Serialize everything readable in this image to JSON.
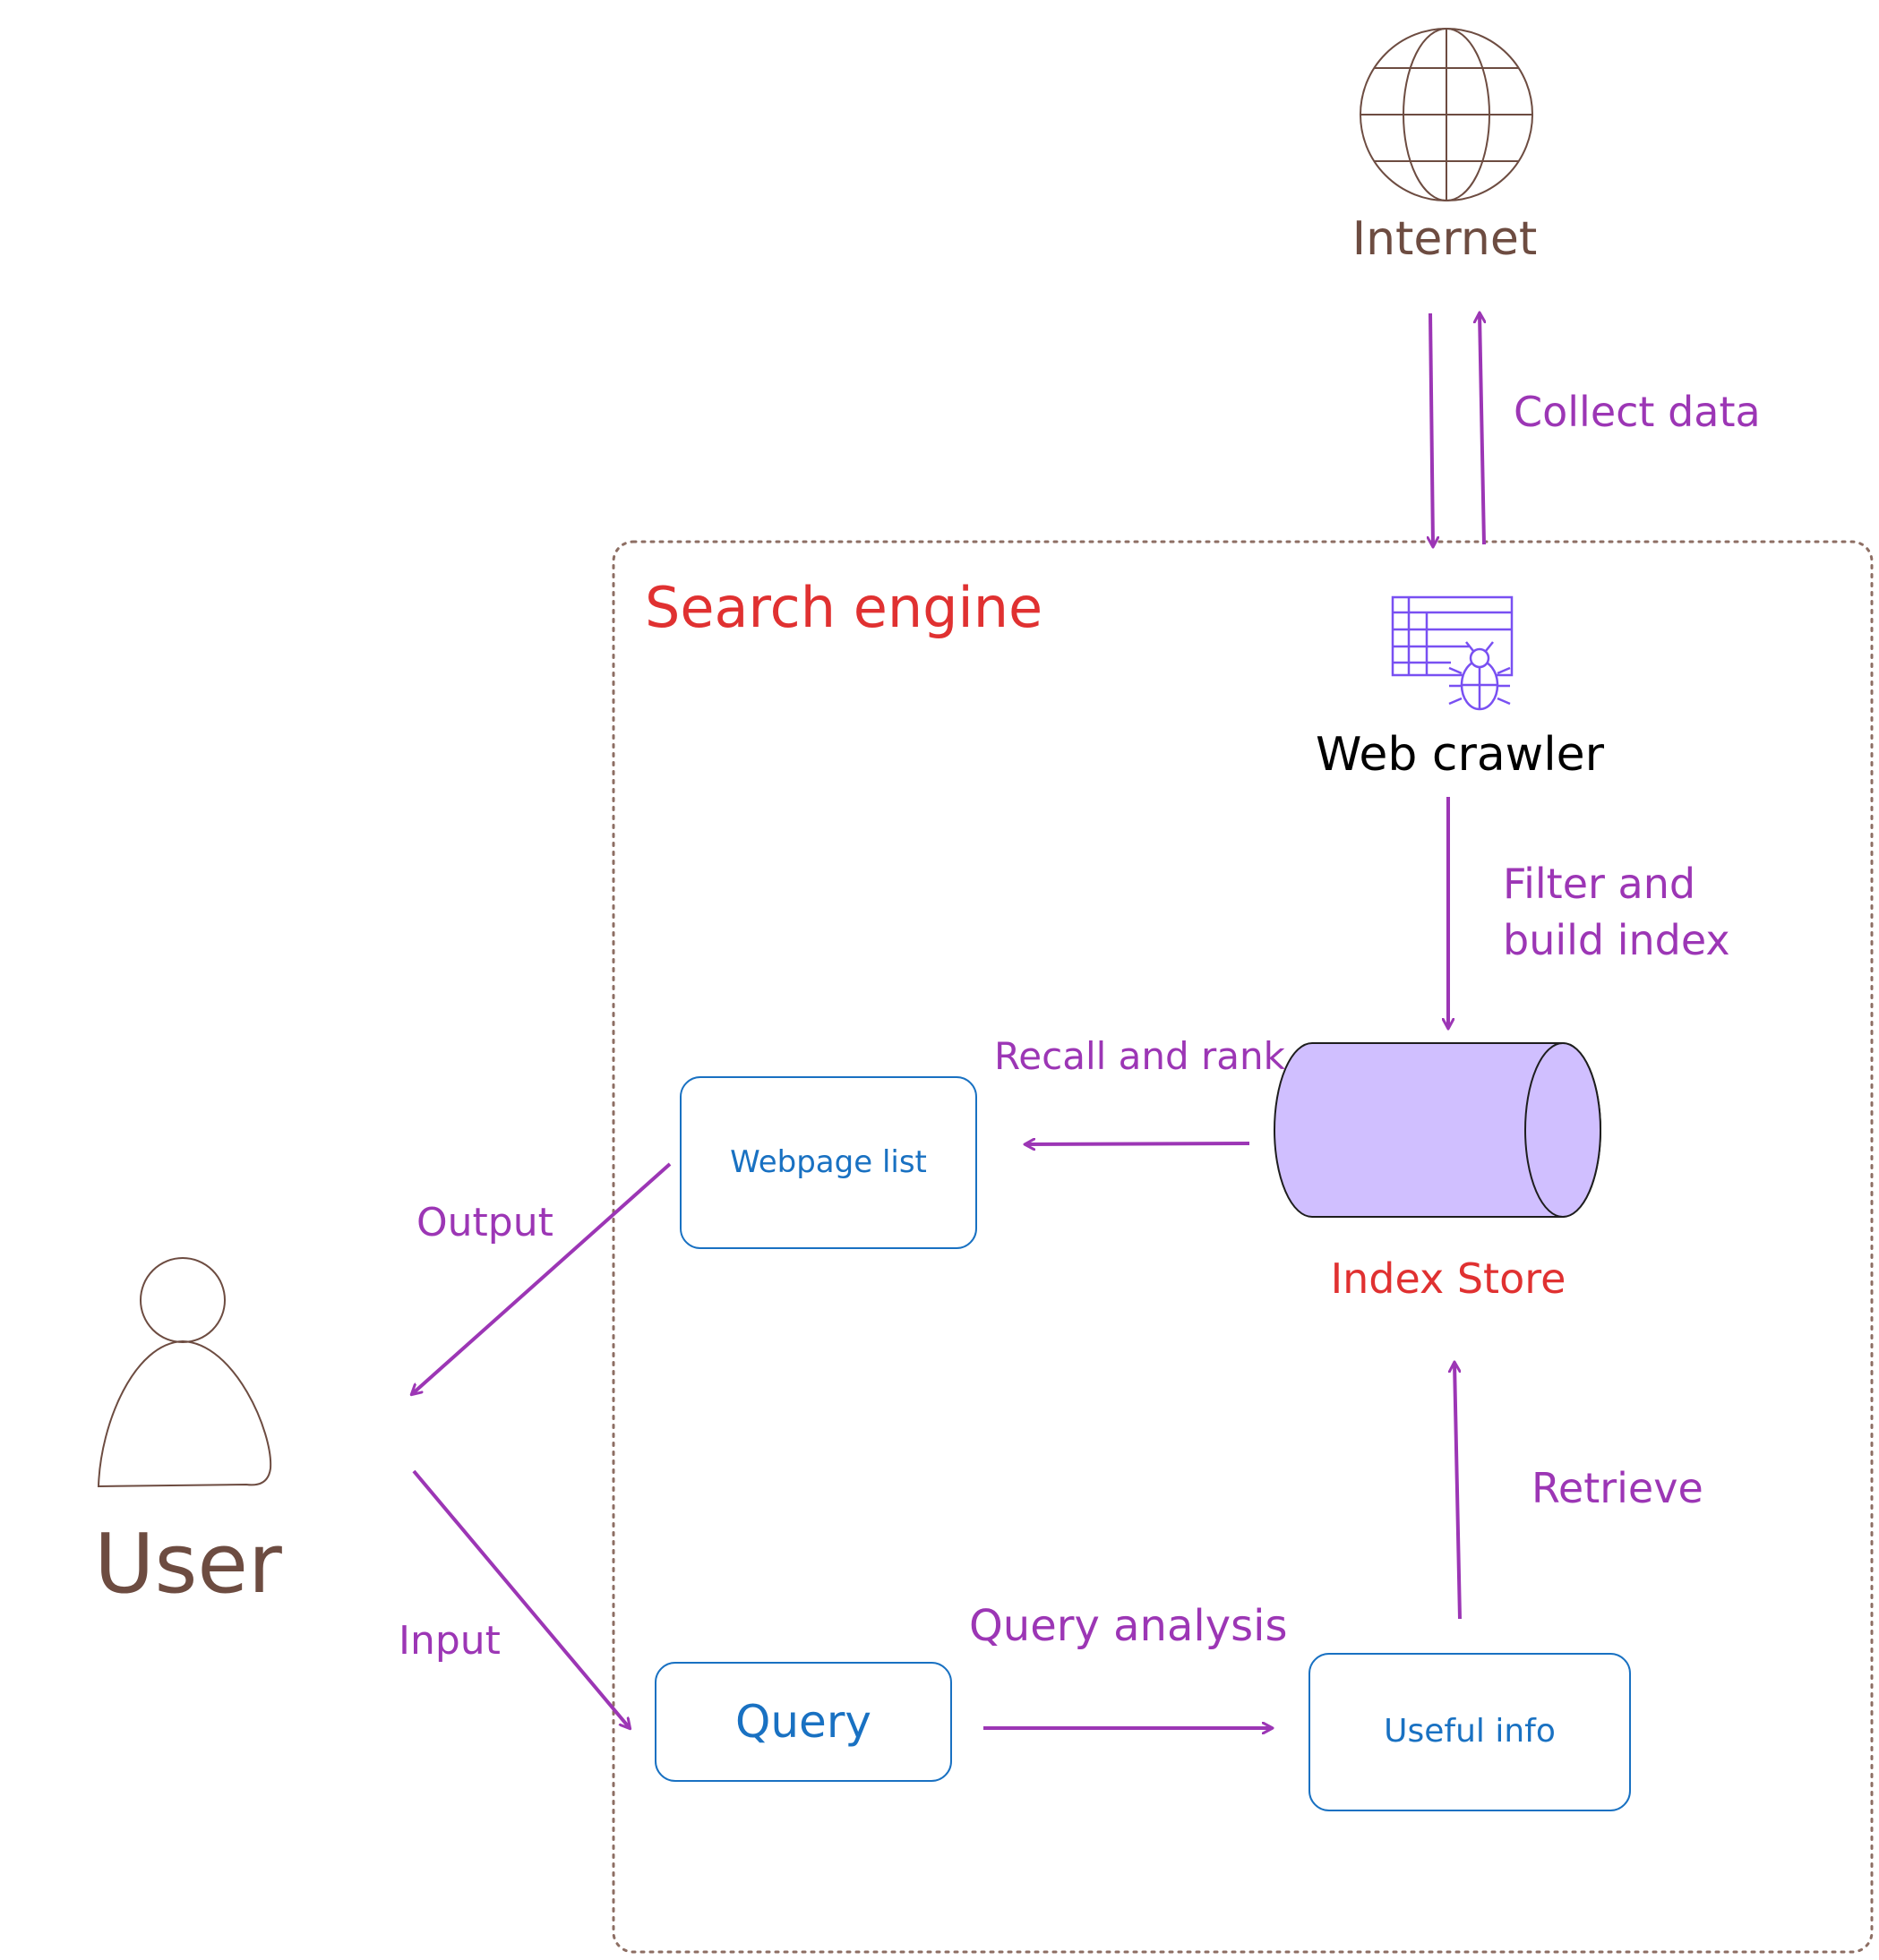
{
  "colors": {
    "arrow": "#9c36b5",
    "box_border": "#1971c2",
    "box_text": "#1971c2",
    "engine_label": "#e03131",
    "index_store_label": "#e03131",
    "brown": "#6d4c41",
    "dotted_border": "#8d6e63",
    "cylinder_fill": "#d0bfff",
    "crawler_icon": "#7950f2",
    "web_crawler_text": "#000000"
  },
  "labels": {
    "internet": "Internet",
    "collect_data": "Collect data",
    "search_engine": "Search engine",
    "web_crawler": "Web crawler",
    "filter_line1": "Filter and",
    "filter_line2": "build index",
    "recall_rank": "Recall and rank",
    "webpage_list": "Webpage list",
    "index_store": "Index Store",
    "output": "Output",
    "user": "User",
    "retrieve": "Retrieve",
    "input": "Input",
    "query_analysis": "Query analysis",
    "query": "Query",
    "useful_info": "Useful info"
  },
  "icons": {
    "internet": "globe-icon",
    "web_crawler": "spreadsheet-bug-icon",
    "user": "person-icon",
    "index_store": "cylinder-icon"
  }
}
